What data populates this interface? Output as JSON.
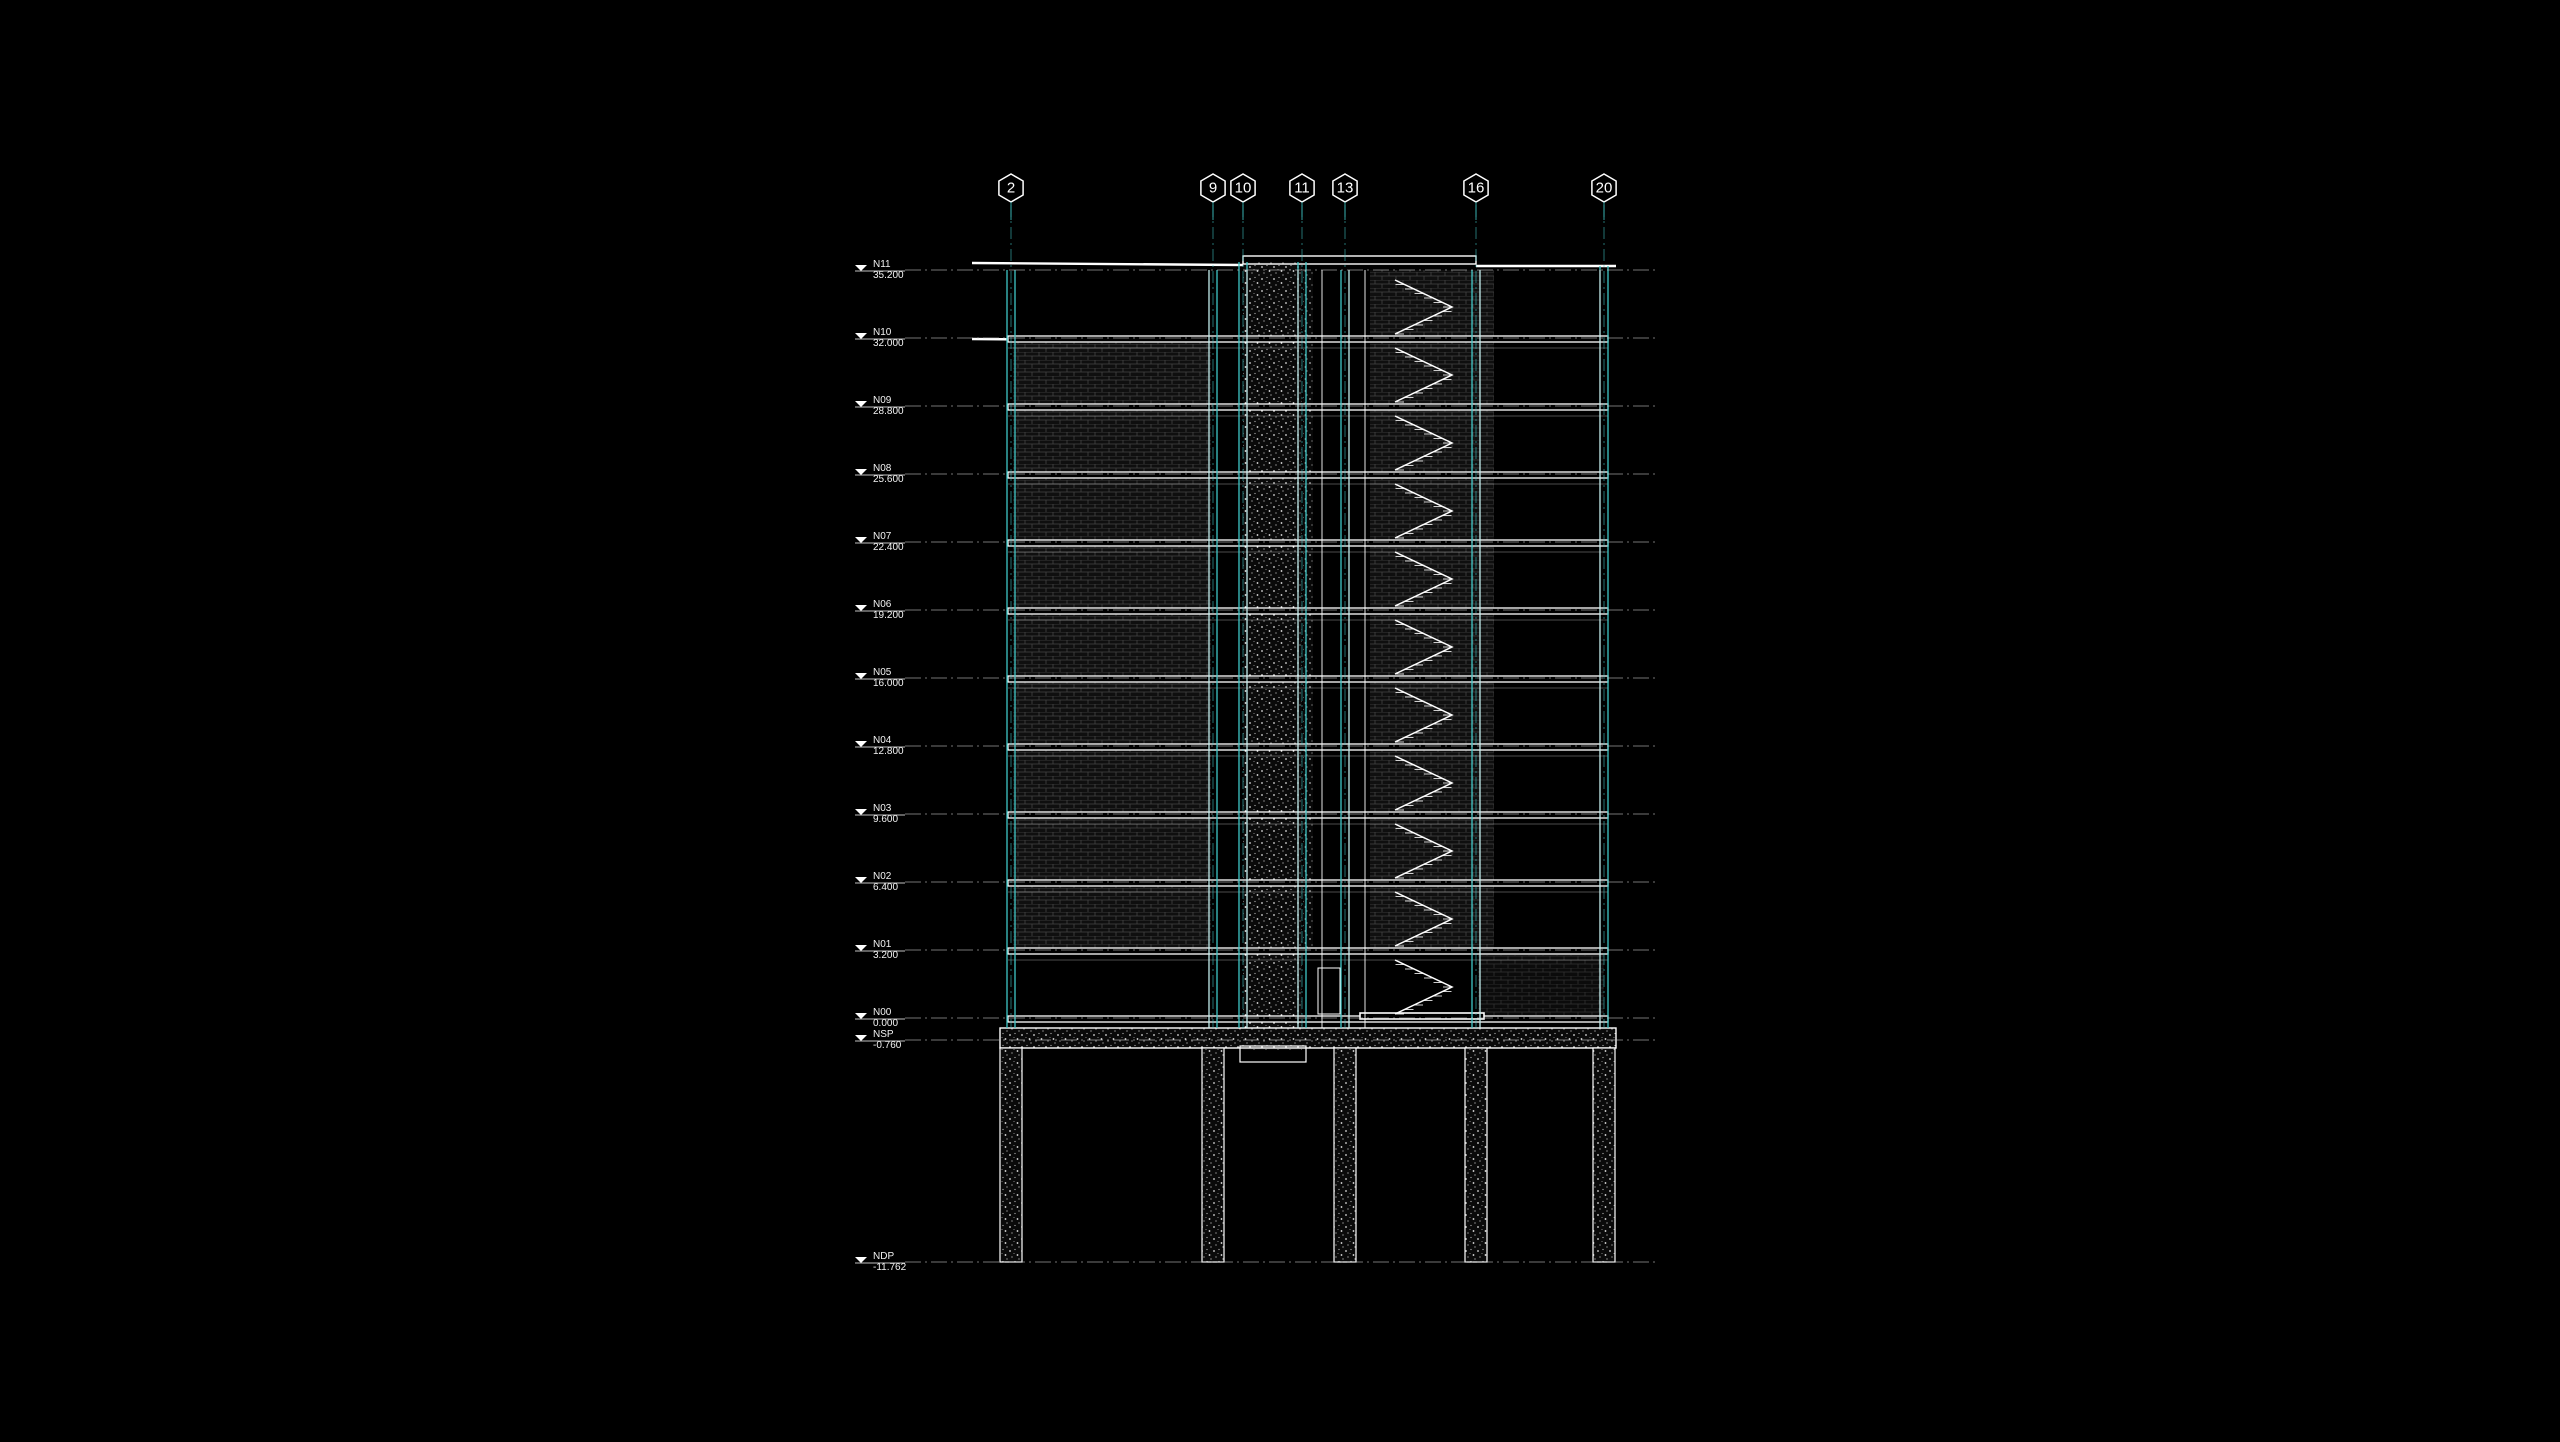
{
  "drawing": {
    "background": "#000000",
    "line_color": "#ffffff",
    "column_color": "#3fc7c7",
    "hatch_color": "#9a9a9a",
    "grid_axes": [
      "2",
      "9",
      "10",
      "11",
      "13",
      "16",
      "20"
    ],
    "levels": [
      {
        "name": "N11",
        "elevation": "35.200"
      },
      {
        "name": "N10",
        "elevation": "32.000"
      },
      {
        "name": "N09",
        "elevation": "28.800"
      },
      {
        "name": "N08",
        "elevation": "25.600"
      },
      {
        "name": "N07",
        "elevation": "22.400"
      },
      {
        "name": "N06",
        "elevation": "19.200"
      },
      {
        "name": "N05",
        "elevation": "16.000"
      },
      {
        "name": "N04",
        "elevation": "12.800"
      },
      {
        "name": "N03",
        "elevation": "9.600"
      },
      {
        "name": "N02",
        "elevation": "6.400"
      },
      {
        "name": "N01",
        "elevation": "3.200"
      },
      {
        "name": "N00",
        "elevation": "0.000"
      },
      {
        "name": "NSP",
        "elevation": "-0.760"
      },
      {
        "name": "NDP",
        "elevation": "-11.762"
      }
    ]
  }
}
